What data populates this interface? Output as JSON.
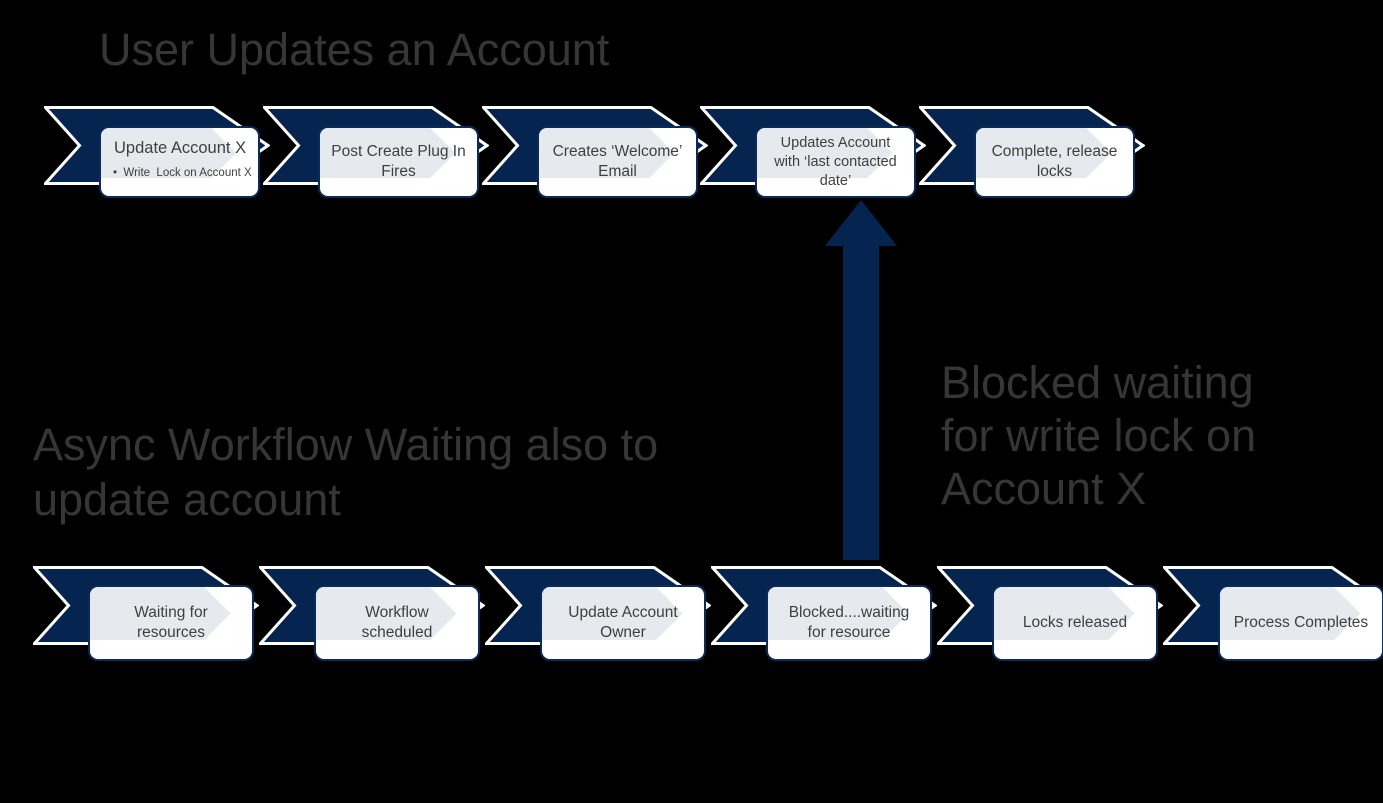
{
  "background_color": "#000000",
  "colors": {
    "chevron_navy": "#052450",
    "card_border_navy": "#0A2A57",
    "card_inner_gray": "#E6E9EE",
    "title_gray": "#363636",
    "card_text_gray": "#3F3F3F",
    "card_fill": "#FFFFFF"
  },
  "titles": {
    "top_flow": "User Updates an Account",
    "bottom_flow": "Async Workflow Waiting also to\nupdate account",
    "arrow_annotation": "Blocked waiting\nfor write lock on\nAccount X"
  },
  "flows": [
    {
      "name": "user-updates-account",
      "steps": [
        {
          "title": "Update Account X",
          "bullet": "•  Write  Lock on Account X"
        },
        {
          "label": "Post Create Plug In\nFires"
        },
        {
          "label": "Creates ‘Welcome’\nEmail"
        },
        {
          "label": "Updates Account\nwith ‘last contacted\ndate’"
        },
        {
          "label": "Complete, release\nlocks"
        }
      ]
    },
    {
      "name": "async-workflow-update-account",
      "steps": [
        {
          "label": "Waiting for\nresources"
        },
        {
          "label": "Workflow\nscheduled"
        },
        {
          "label": "Update Account\nOwner"
        },
        {
          "label": "Blocked....waiting\nfor resource"
        },
        {
          "label": "Locks released"
        },
        {
          "label": "Process Completes"
        }
      ]
    }
  ]
}
